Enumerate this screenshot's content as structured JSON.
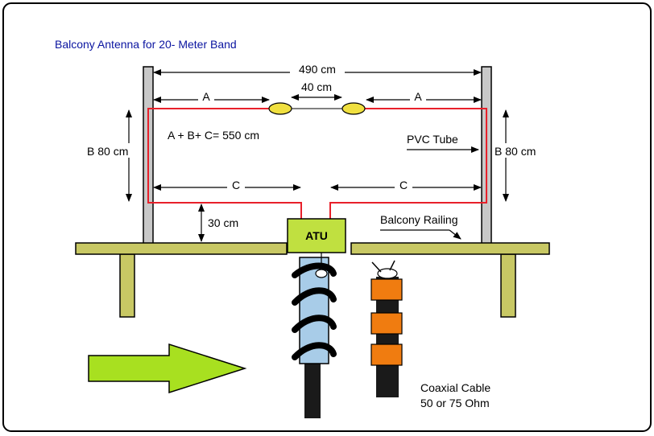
{
  "title": "Balcony Antenna for 20- Meter Band",
  "labels": {
    "width_total": "490 cm",
    "gap": "40 cm",
    "seg_a_left": "A",
    "seg_a_right": "A",
    "formula": "A + B+ C= 550 cm",
    "pvc": "PVC Tube",
    "b_left": "B 80 cm",
    "b_right": "B 80 cm",
    "seg_c_left": "C",
    "seg_c_right": "C",
    "height_30": "30 cm",
    "railing": "Balcony Railing",
    "atu": "ATU",
    "coax_line1": "Coaxial Cable",
    "coax_line2": "50 or 75 Ohm"
  },
  "colors": {
    "wire": "#e8202a",
    "pole": "#c8c8c8",
    "railing": "#c8c864",
    "atu": "#c0e040",
    "insulator": "#f0e040",
    "choke_tube": "#a8cce8",
    "ferrite": "#f07c10",
    "arrow": "#a8e020",
    "cable": "#1a1a1a"
  },
  "icons": {
    "arrow": "right-arrow-icon",
    "insulator": "ellipse-insulator-icon"
  }
}
